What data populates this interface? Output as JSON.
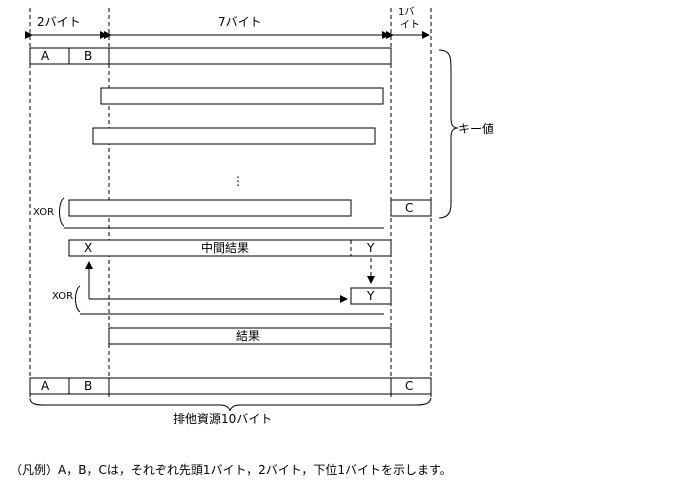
{
  "header": {
    "two_bytes": "2バイト",
    "seven_bytes": "7バイト",
    "one_byte_line1": "1バ",
    "one_byte_line2": "イト"
  },
  "blocks": {
    "a": "A",
    "b": "B",
    "c": "C",
    "x": "X",
    "y": "Y"
  },
  "labels": {
    "key_value": "キー値",
    "xor": "XOR",
    "intermediate": "中間結果",
    "result": "結果",
    "exclusive_resource": "排他資源10バイト",
    "ellipsis": "⋮"
  },
  "legend": "（凡例）A，B，Cは，それぞれ先頭1バイト，2バイト，下位1バイトを示します。"
}
